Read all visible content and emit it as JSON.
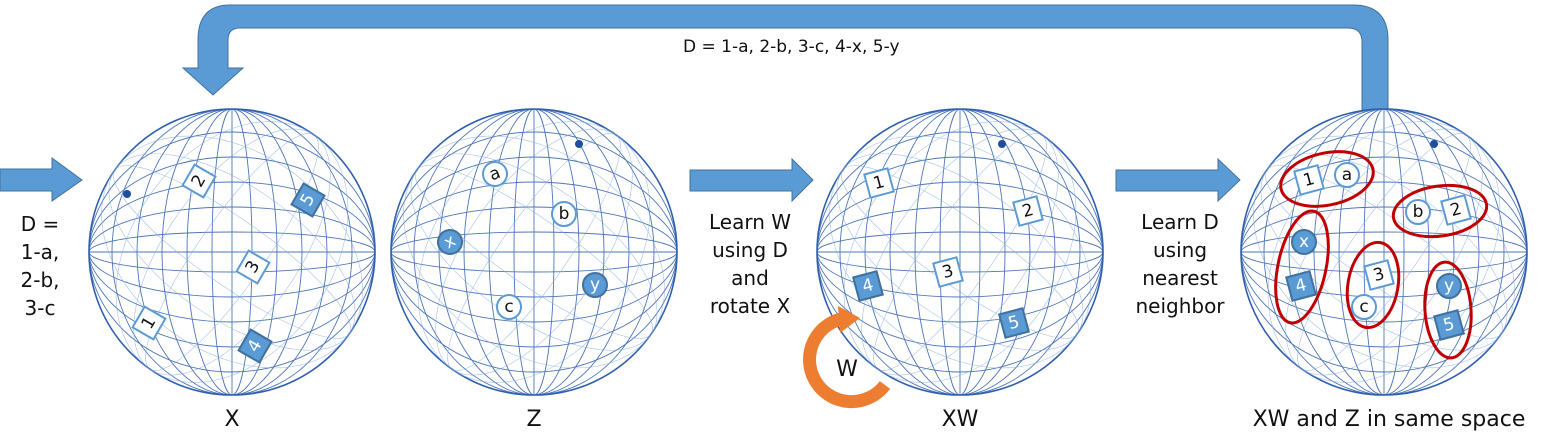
{
  "colors": {
    "arrow_blue": "#5b9bd5",
    "arrow_blue_stroke": "#41719c",
    "grid_blue": "#2e5fae",
    "rotation_orange": "#ed7d31",
    "cluster_red": "#c00000",
    "marker_fill": "#5b9bd5",
    "marker_outline": "#5b9bd5"
  },
  "feedback_loop": {
    "label": "D = 1-a, 2-b, 3-c, 4-x, 5-y"
  },
  "input": {
    "label_lines": [
      "D =",
      "1-a,",
      "2-b,",
      "3-c"
    ]
  },
  "step1": {
    "label_lines": [
      "Learn W",
      "using D",
      "and",
      "rotate X"
    ]
  },
  "step2": {
    "label_lines": [
      "Learn D",
      "using",
      "nearest",
      "neighbor"
    ]
  },
  "rotation": {
    "label": "W"
  },
  "spheres": [
    {
      "caption": "X",
      "markers": [
        {
          "text": "1",
          "shape": "square",
          "filled": false
        },
        {
          "text": "2",
          "shape": "square",
          "filled": false
        },
        {
          "text": "3",
          "shape": "square",
          "filled": false
        },
        {
          "text": "4",
          "shape": "square",
          "filled": true
        },
        {
          "text": "5",
          "shape": "square",
          "filled": true
        }
      ]
    },
    {
      "caption": "Z",
      "markers": [
        {
          "text": "a",
          "shape": "circle",
          "filled": false
        },
        {
          "text": "b",
          "shape": "circle",
          "filled": false
        },
        {
          "text": "c",
          "shape": "circle",
          "filled": false
        },
        {
          "text": "x",
          "shape": "circle",
          "filled": true
        },
        {
          "text": "y",
          "shape": "circle",
          "filled": true
        }
      ]
    },
    {
      "caption": "XW",
      "markers": [
        {
          "text": "1",
          "shape": "square",
          "filled": false
        },
        {
          "text": "2",
          "shape": "square",
          "filled": false
        },
        {
          "text": "3",
          "shape": "square",
          "filled": false
        },
        {
          "text": "4",
          "shape": "square",
          "filled": true
        },
        {
          "text": "5",
          "shape": "square",
          "filled": true
        }
      ]
    },
    {
      "caption": "XW and Z in same space",
      "clusters": [
        {
          "pair": [
            "1",
            "a"
          ]
        },
        {
          "pair": [
            "b",
            "2"
          ]
        },
        {
          "pair": [
            "x",
            "4"
          ]
        },
        {
          "pair": [
            "3",
            "c"
          ]
        },
        {
          "pair": [
            "y",
            "5"
          ]
        }
      ],
      "markers": [
        {
          "text": "1",
          "shape": "square",
          "filled": false
        },
        {
          "text": "a",
          "shape": "circle",
          "filled": false
        },
        {
          "text": "b",
          "shape": "circle",
          "filled": false
        },
        {
          "text": "2",
          "shape": "square",
          "filled": false
        },
        {
          "text": "x",
          "shape": "circle",
          "filled": true
        },
        {
          "text": "4",
          "shape": "square",
          "filled": true
        },
        {
          "text": "3",
          "shape": "square",
          "filled": false
        },
        {
          "text": "c",
          "shape": "circle",
          "filled": false
        },
        {
          "text": "y",
          "shape": "circle",
          "filled": true
        },
        {
          "text": "5",
          "shape": "square",
          "filled": true
        }
      ]
    }
  ]
}
